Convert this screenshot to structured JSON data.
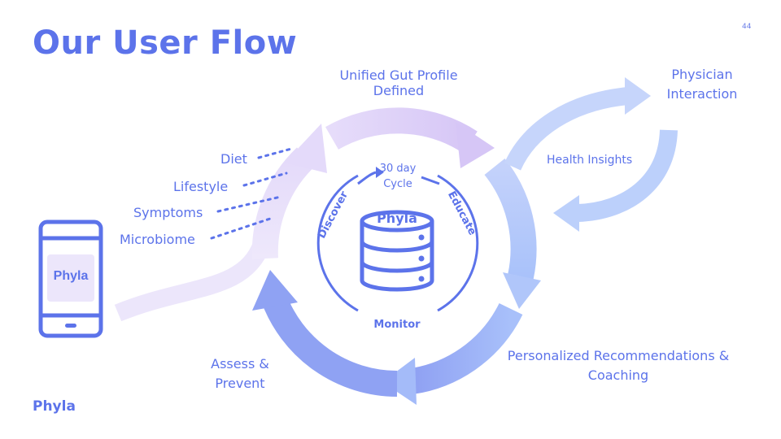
{
  "slide": {
    "title": "Our User Flow",
    "page_number": "44",
    "brand": "Phyla"
  },
  "phone": {
    "screen_label": "Phyla"
  },
  "inputs": [
    "Diet",
    "Lifestyle",
    "Symptoms",
    "Microbiome"
  ],
  "cycle": {
    "top_label_line1": "Unified Gut Profile",
    "top_label_line2": "Defined",
    "bottom_right_line1": "Personalized Recommendations &",
    "bottom_right_line2": "Coaching",
    "bottom_left_line1": "Assess &",
    "bottom_left_line2": "Prevent"
  },
  "physician": {
    "label_line1": "Physician",
    "label_line2": "Interaction",
    "insights": "Health Insights"
  },
  "core": {
    "cycle_line1": "30 day",
    "cycle_line2": "Cycle",
    "discover": "Discover",
    "educate": "Educate",
    "monitor": "Monitor",
    "database_label": "Phyla"
  },
  "colors": {
    "accent": "#5c73ea",
    "arc_top": "#dcccf7",
    "arc_right": "#b6cbfb",
    "arc_bottom": "#92a6f4",
    "arc_left": "#e8e0fa",
    "physician_arrows": "#c0d2fb"
  }
}
